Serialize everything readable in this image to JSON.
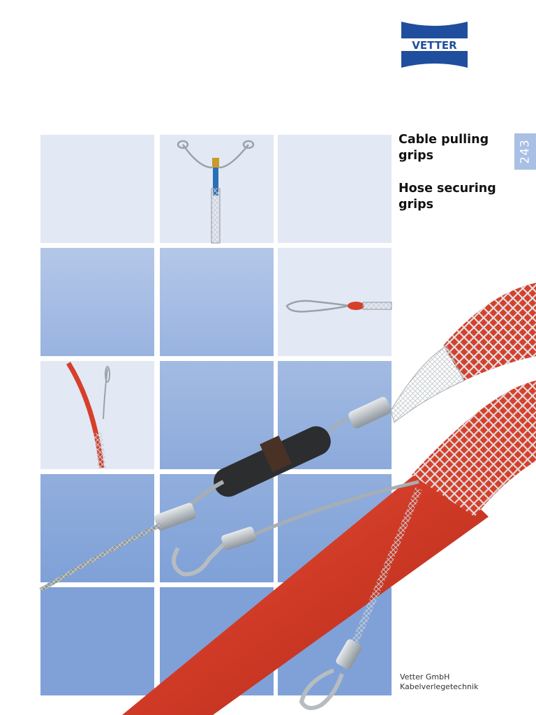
{
  "brand": {
    "logo_text": "VETTER",
    "logo_color": "#1f4e9e"
  },
  "tab_number": "243",
  "titles": {
    "line1a": "Cable pulling",
    "line1b": "grips",
    "line2a": "Hose securing",
    "line2b": "grips"
  },
  "company": {
    "name": "Vetter GmbH",
    "division": "Kabelverlegetechnik"
  },
  "colors": {
    "tile_light": "#e3e8f5",
    "tile_dark": "#7fa1d7",
    "hose_red": "#d6402b",
    "steel": "#a7aeb3"
  }
}
